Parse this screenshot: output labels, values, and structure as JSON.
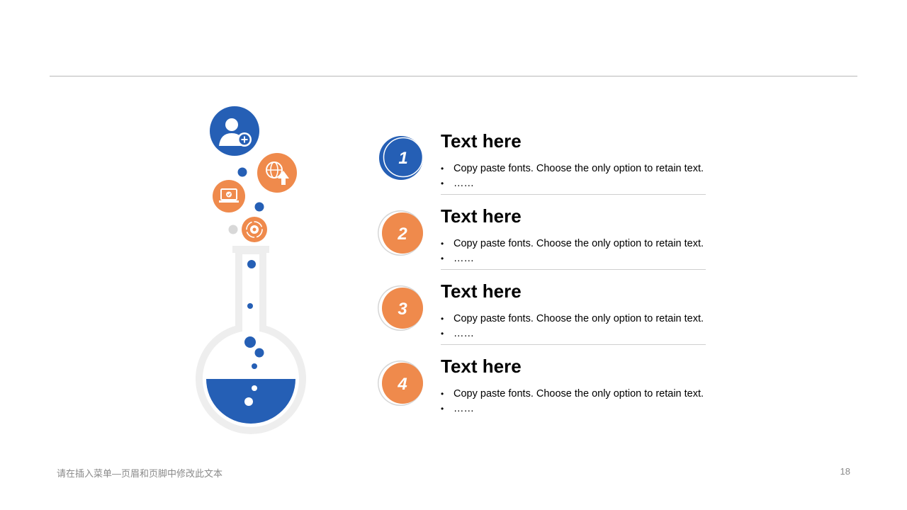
{
  "colors": {
    "blue": "#255fb5",
    "orange": "#ef8a4c",
    "light_gray": "#eeeeee",
    "ring_gray": "#d6d6d6"
  },
  "icons": [
    "add-user-icon",
    "globe-upload-icon",
    "laptop-check-icon",
    "gear-refresh-icon",
    "flask-icon"
  ],
  "items": [
    {
      "number": "1",
      "title": "Text here",
      "bullets": [
        "Copy paste fonts. Choose the only option to retain text.",
        "……"
      ],
      "color": "#255fb5"
    },
    {
      "number": "2",
      "title": "Text here",
      "bullets": [
        "Copy paste fonts. Choose the only option to retain text.",
        "……"
      ],
      "color": "#ef8a4c"
    },
    {
      "number": "3",
      "title": "Text here",
      "bullets": [
        "Copy paste fonts. Choose the only option to retain text.",
        "……"
      ],
      "color": "#ef8a4c"
    },
    {
      "number": "4",
      "title": "Text here",
      "bullets": [
        "Copy paste fonts. Choose the only option to retain text.",
        "……"
      ],
      "color": "#ef8a4c"
    }
  ],
  "footer": {
    "text": "请在插入菜单—页眉和页脚中修改此文本",
    "page_number": "18"
  }
}
